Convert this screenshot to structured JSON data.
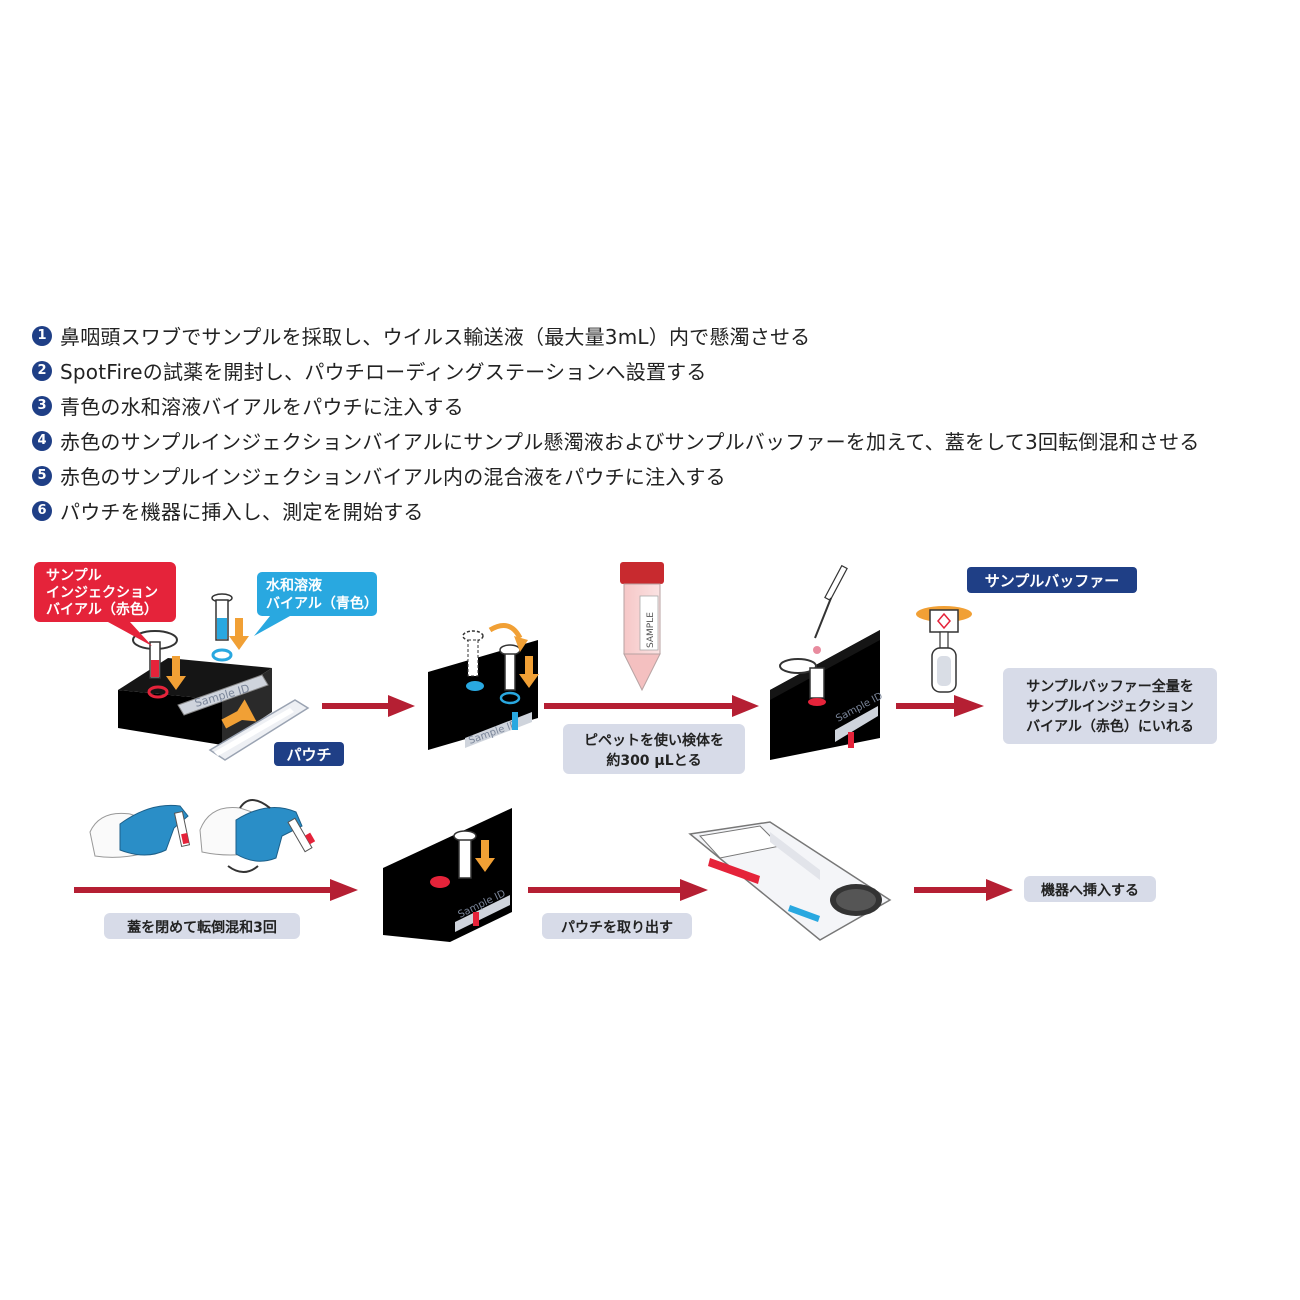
{
  "steps": [
    {
      "num": "1",
      "text": "鼻咽頭スワブでサンプルを採取し、ウイルス輸送液（最大量3mL）内で懸濁させる"
    },
    {
      "num": "2",
      "text": "SpotFireの試薬を開封し、パウチローディングステーションへ設置する"
    },
    {
      "num": "3",
      "text": "青色の水和溶液バイアルをパウチに注入する"
    },
    {
      "num": "4",
      "text": "赤色のサンプルインジェクションバイアルにサンプル懸濁液およびサンプルバッファーを加えて、蓋をして3回転倒混和させる"
    },
    {
      "num": "5",
      "text": "赤色のサンプルインジェクションバイアル内の混合液をパウチに注入する"
    },
    {
      "num": "6",
      "text": "パウチを機器に挿入し、測定を開始する"
    }
  ],
  "callouts": {
    "red_vial": [
      "サンプル",
      "インジェクション",
      "バイアル（赤色）"
    ],
    "blue_vial": [
      "水和溶液",
      "バイアル（青色）"
    ],
    "pouch": "パウチ",
    "sample_buffer": "サンプルバッファー"
  },
  "captions": {
    "pipette": [
      "ピペットを使い検体を",
      "約300 µLとる"
    ],
    "buffer_all": [
      "サンプルバッファー全量を",
      "サンプルインジェクション",
      "バイアル（赤色）にいれる"
    ],
    "invert": "蓋を閉めて転倒混和3回",
    "remove_pouch": "パウチを取り出す",
    "insert": "機器へ挿入する"
  },
  "labels": {
    "sample_id": "Sample ID",
    "sample_tube": "SAMPLE"
  },
  "colors": {
    "navy": "#1f3f86",
    "red_callout": "#e5233a",
    "blue_callout": "#29a8e0",
    "arrow_red": "#b51f33",
    "caption_bg": "#d7dbe8",
    "orange": "#f1a035"
  }
}
